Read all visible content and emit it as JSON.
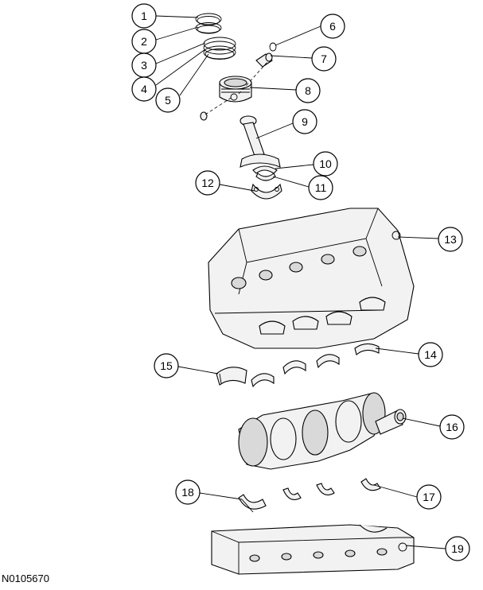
{
  "figure_id": "N0105670",
  "callouts": [
    "1",
    "2",
    "3",
    "4",
    "5",
    "6",
    "7",
    "8",
    "9",
    "10",
    "11",
    "12",
    "13",
    "14",
    "15",
    "16",
    "17",
    "18",
    "19"
  ],
  "colors": {
    "line": "#000000",
    "part_fill": "#f2f2f2",
    "background": "#ffffff"
  }
}
